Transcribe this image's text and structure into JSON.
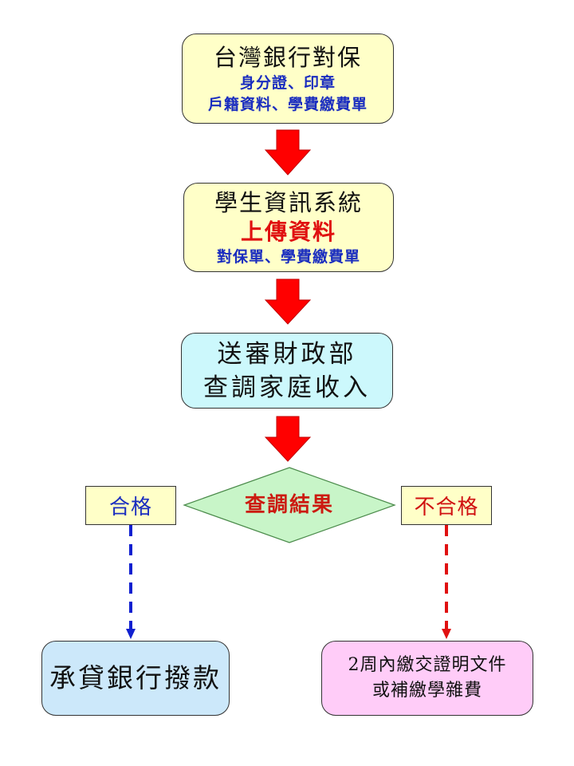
{
  "colors": {
    "yellow_box": "#ffffc8",
    "cyan_box": "#ccf8fc",
    "green_diamond": "#c8f5c8",
    "light_blue_box": "#cce8fa",
    "pink_box": "#ffccf8",
    "arrow_red": "#ff0000",
    "blue_text": "#1a2dbf",
    "red_text": "#e01010"
  },
  "steps": [
    {
      "title": "台灣銀行對保",
      "lines": [
        "身分證、印章",
        "戶籍資料、學費繳費單"
      ]
    },
    {
      "title": "學生資訊系統",
      "highlight": "上傳資料",
      "lines": [
        "對保單、學費繳費單"
      ]
    },
    {
      "lines": [
        "送審財政部",
        "查調家庭收入"
      ]
    }
  ],
  "decision": {
    "label": "查調結果",
    "pass_label": "合格",
    "fail_label": "不合格"
  },
  "outcomes": {
    "pass": "承貸銀行撥款",
    "fail_lines": [
      "2周內繳交證明文件",
      "或補繳學雜費"
    ]
  }
}
